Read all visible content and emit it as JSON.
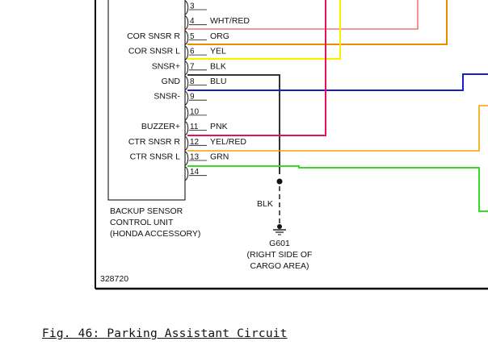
{
  "diagram": {
    "id_number": "328720",
    "unit_label": [
      "BACKUP SENSOR",
      "CONTROL UNIT",
      "(HONDA ACCESSORY)"
    ],
    "ground": {
      "wire_label": "BLK",
      "name": "G601",
      "location": [
        "(RIGHT SIDE OF",
        "CARGO AREA)"
      ]
    },
    "pins": [
      {
        "pin": "3",
        "signal": "",
        "wire": "",
        "color": ""
      },
      {
        "pin": "4",
        "signal": "",
        "wire": "WHT/RED",
        "color": "#f07878"
      },
      {
        "pin": "5",
        "signal": "COR SNSR R",
        "wire": "ORG",
        "color": "#ee8a00"
      },
      {
        "pin": "6",
        "signal": "COR SNSR L",
        "wire": "YEL",
        "color": "#ffee00"
      },
      {
        "pin": "7",
        "signal": "SNSR+",
        "wire": "BLK",
        "color": "#333333"
      },
      {
        "pin": "8",
        "signal": "GND",
        "wire": "BLU",
        "color": "#1b1bd0"
      },
      {
        "pin": "9",
        "signal": "SNSR-",
        "wire": "",
        "color": ""
      },
      {
        "pin": "10",
        "signal": "",
        "wire": "",
        "color": ""
      },
      {
        "pin": "11",
        "signal": "BUZZER+",
        "wire": "PNK",
        "color": "#e0145a"
      },
      {
        "pin": "12",
        "signal": "CTR SNSR R",
        "wire": "YEL/RED",
        "color": "#f2a000"
      },
      {
        "pin": "13",
        "signal": "CTR SNSR L",
        "wire": "GRN",
        "color": "#33dd22"
      },
      {
        "pin": "14",
        "signal": "",
        "wire": "",
        "color": ""
      }
    ]
  },
  "caption": "Fig. 46: Parking Assistant Circuit"
}
